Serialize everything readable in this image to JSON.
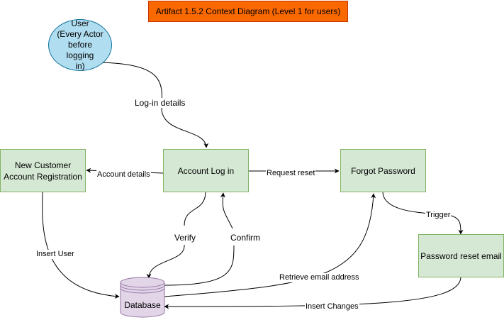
{
  "title": "Artifact 1.5.2 Context Diagram (Level 1 for users)",
  "actor": {
    "line1": "User",
    "line2": "(Every Actor",
    "line3": "before logging",
    "line4": "in)"
  },
  "processes": {
    "login": "Account Log in",
    "registration_line1": "New Customer",
    "registration_line2": "Account Registration",
    "forgot": "Forgot Password",
    "reset_email": "Password reset email"
  },
  "datastore": "Database",
  "flows": {
    "login_details": "Log-in details",
    "account_details": "Account details",
    "request_reset": "Request reset",
    "trigger": "Trigger",
    "verify": "Verify",
    "confirm": "Confirm",
    "insert_user": "Insert User",
    "retrieve_email": "Retrieve email address",
    "insert_changes": "Insert Changes"
  },
  "colors": {
    "title_fill": "#fa6800",
    "actor_fill": "#b1ddf0",
    "process_fill": "#d5e8d4",
    "process_stroke": "#82b366",
    "datastore_fill": "#e1d5e7",
    "datastore_stroke": "#9673a6"
  }
}
